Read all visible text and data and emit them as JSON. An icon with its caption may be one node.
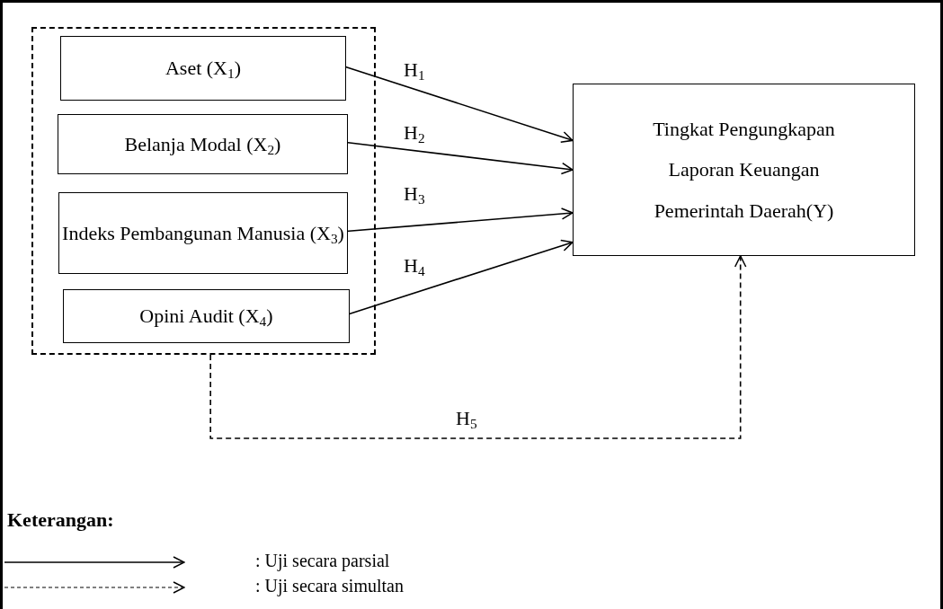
{
  "diagram": {
    "nodes": [
      {
        "text": [],
        "shape": "box"
      },
      {
        "text": [
          "Aset  (X$_{1}$)"
        ],
        "in": 0
      },
      {
        "text": [
          "Belanja Modal (X$_{2}$)"
        ],
        "in": 0
      },
      {
        "text": [
          "Indeks Pembangunan Manusia (X$_{3}$)"
        ],
        "in": 0
      },
      {
        "text": [
          "Opini Audit (X$_{4}$)"
        ],
        "in": 0
      },
      {
        "text": [
          "Tingkat Pengungkapan Laporan Keuangan Pemerintah Daerah(Y)"
        ]
      }
    ],
    "edges": [
      {
        "from": 1,
        "to": 5,
        "arrow": "to",
        "label": "H$_{1}$"
      },
      {
        "from": 2,
        "to": 5,
        "arrow": "to",
        "label": "H$_{2}$"
      },
      {
        "from": 3,
        "to": 5,
        "arrow": "to",
        "label": "H$_{3}$"
      },
      {
        "from": 4,
        "to": 5,
        "arrow": "to",
        "label": "H$_{4}$"
      },
      {
        "from": 0,
        "to": 5,
        "arrow": "to",
        "label": "H$_{5}$",
        "style": "dashed"
      }
    ],
    "labels": [
      "Keterangan:"
    ],
    "legend": [
      {
        "text": ": Uji secara parsial"
      },
      {
        "text": ": Uji secara simultan"
      }
    ]
  }
}
